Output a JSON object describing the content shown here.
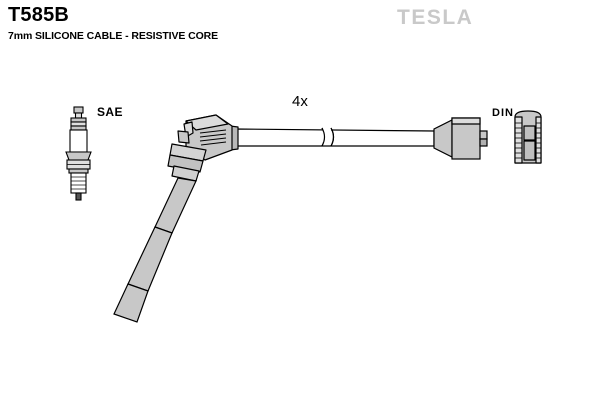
{
  "sheet": {
    "part_number": "T585B",
    "spec_line": "7mm SILICONE CABLE -  RESISTIVE CORE",
    "brand": "TESLA",
    "background_color": "#ffffff",
    "line_color": "#000000",
    "body_fill": "#c8c8c8",
    "highlight_fill": "#e0e0e0",
    "dark_fill": "#555555",
    "brand_color": "#c9c9c9"
  },
  "labels": {
    "sae": "SAE",
    "din": "DIN",
    "quantity": "4x"
  },
  "components": {
    "spark_plug": {
      "name": "spark-plug",
      "standard": "SAE"
    },
    "plug_boot": {
      "name": "angled-plug-boot"
    },
    "long_boot": {
      "name": "long-tapered-boot"
    },
    "ignition_cable": {
      "name": "ignition-cable",
      "break_symbols": 2
    },
    "terminal": {
      "name": "coil-terminal-connector"
    },
    "din_boot": {
      "name": "din-connector-boot",
      "standard": "DIN"
    }
  }
}
